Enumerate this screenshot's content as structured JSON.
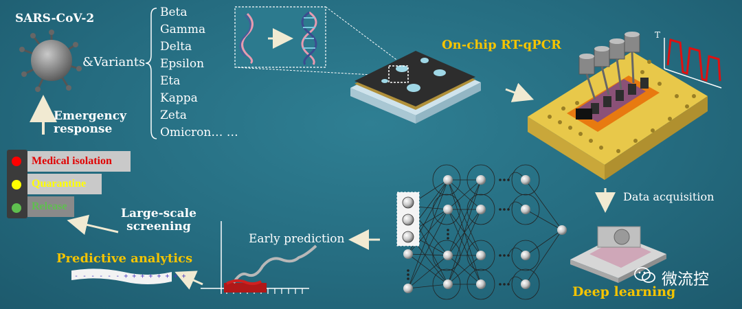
{
  "virus": {
    "title": "SARS-CoV-2",
    "variants_label": "&Variants"
  },
  "variants": [
    "Beta",
    "Gamma",
    "Delta",
    "Epsilon",
    "Eta",
    "Kappa",
    "Zeta",
    "Omicron… …"
  ],
  "steps": {
    "emergency_line1": "Emergency",
    "emergency_line2": "response",
    "onchip": "On-chip RT-qPCR",
    "data_acquisition": "Data acquisition",
    "deep_learning": "Deep learning",
    "early_prediction": "Early prediction",
    "predictive_analytics": "Predictive analytics",
    "screening_line1": "Large-scale",
    "screening_line2": "screening"
  },
  "chart_labels": {
    "axis_t": "T"
  },
  "status": [
    {
      "label": "Medical isolation",
      "color": "#ff0000",
      "text_color": "#e00000"
    },
    {
      "label": "Quarantine",
      "color": "#ffff00",
      "text_color": "#ffff00"
    },
    {
      "label": "Release",
      "color": "#5fbf4f",
      "text_color": "#5fbf4f"
    }
  ],
  "watermark": "微流控",
  "colors": {
    "background": "#256c80",
    "accent": "#f5c400",
    "arrow": "#f1ead2"
  }
}
